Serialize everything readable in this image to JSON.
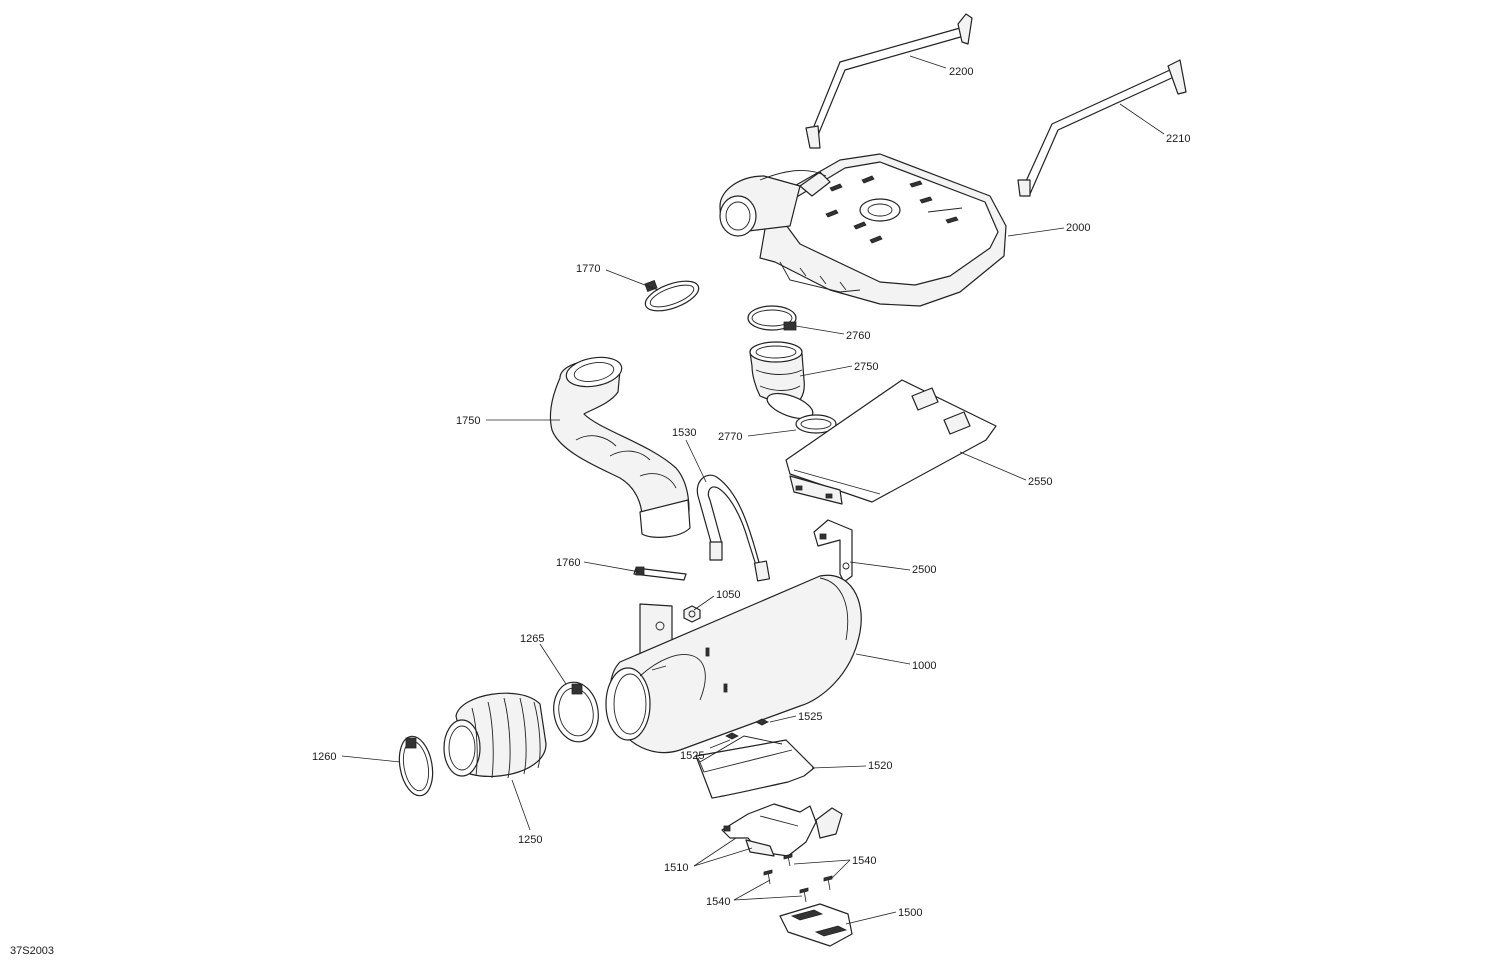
{
  "diagram": {
    "drawing_id": "37S2003",
    "part_labels": {
      "p2200": "2200",
      "p2210": "2210",
      "p2000": "2000",
      "p1770": "1770",
      "p2760": "2760",
      "p2750": "2750",
      "p1750": "1750",
      "p2770": "2770",
      "p1530": "1530",
      "p2550": "2550",
      "p1760": "1760",
      "p2500": "2500",
      "p1050": "1050",
      "p1265": "1265",
      "p1000": "1000",
      "p1525a": "1525",
      "p1525b": "1525",
      "p1260": "1260",
      "p1520": "1520",
      "p1250": "1250",
      "p1510": "1510",
      "p1540a": "1540",
      "p1540b": "1540",
      "p1500": "1500"
    }
  }
}
